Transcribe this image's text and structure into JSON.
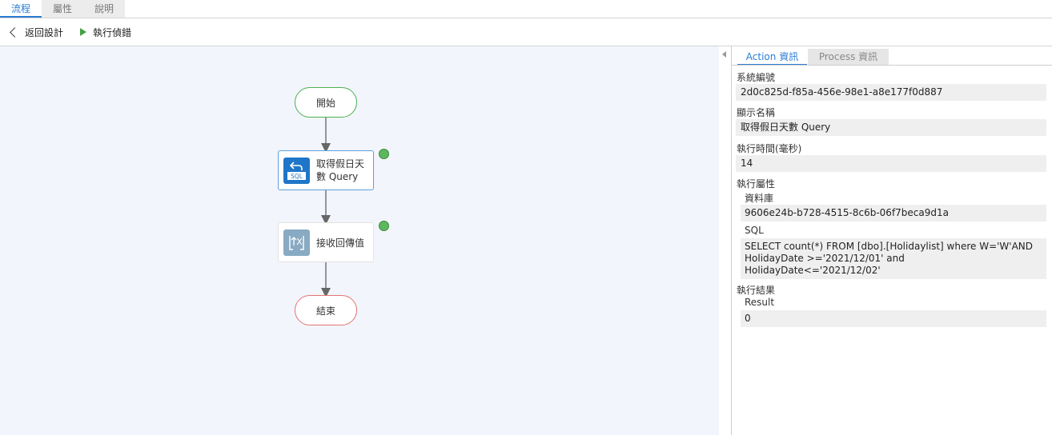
{
  "top_tabs": [
    "流程",
    "屬性",
    "說明"
  ],
  "toolbar": {
    "back_label": "返回設計",
    "debug_label": "執行偵錯"
  },
  "flow": {
    "start_label": "開始",
    "sql_node": {
      "line1": "取得假日天",
      "line2": "數 Query",
      "icon_text": "SQL"
    },
    "recv_node": {
      "label": "接收回傳值",
      "icon_text": "X"
    },
    "end_label": "結束"
  },
  "panel": {
    "tabs": {
      "action": "Action 資訊",
      "process": "Process 資訊"
    },
    "system_id_label": "系統編號",
    "system_id": "2d0c825d-f85a-456e-98e1-a8e177f0d887",
    "display_name_label": "顯示名稱",
    "display_name": "取得假日天數 Query",
    "exec_time_label": "執行時間(毫秒)",
    "exec_time": "14",
    "exec_props_label": "執行屬性",
    "db_label": "資料庫",
    "db_value": "9606e24b-b728-4515-8c6b-06f7beca9d1a",
    "sql_label": "SQL",
    "sql_line1": "SELECT count(*) FROM [dbo].[Holidaylist] where W='W'AND",
    "sql_line2": "HolidayDate >='2021/12/01' and",
    "sql_line3": "HolidayDate<='2021/12/02'",
    "exec_result_label": "執行結果",
    "result_label": "Result",
    "result_value": "0"
  },
  "colors": {
    "accent": "#2b7cd3",
    "start_border": "#4caf50",
    "end_border": "#e57373",
    "status_ok": "#5cb85c",
    "canvas_bg": "#f2f5fc"
  }
}
